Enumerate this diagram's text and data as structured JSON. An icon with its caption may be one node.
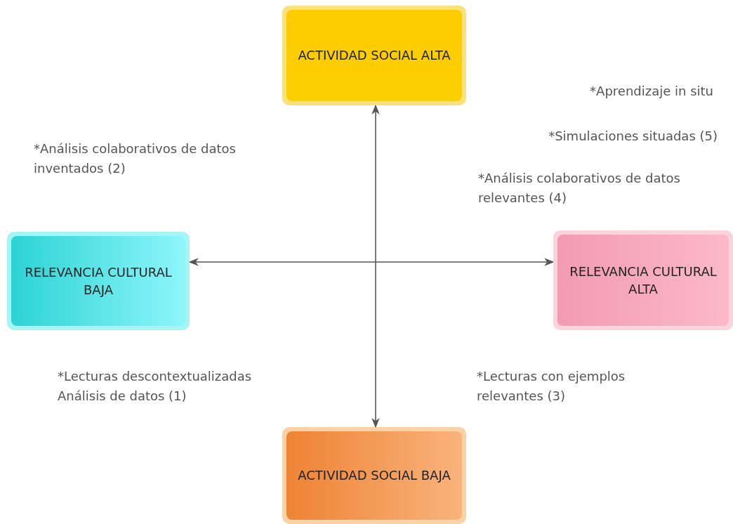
{
  "diagram": {
    "nodes": [
      {
        "text": [
          "ACTIVIDAD SOCIAL ALTA"
        ]
      },
      {
        "text": [
          "RELEVANCIA CULTURAL BAJA"
        ]
      },
      {
        "text": [
          "RELEVANCIA CULTURAL ALTA"
        ]
      },
      {
        "text": [
          "ACTIVIDAD SOCIAL BAJA"
        ]
      }
    ],
    "edges": [
      {
        "from": 0,
        "to": 3,
        "arrow": "both"
      },
      {
        "from": 1,
        "to": 2,
        "arrow": "both"
      }
    ],
    "labels": [
      "*Aprendizaje in situ",
      "*Análisis colaborativos de datos inventados (2)",
      "*Simulaciones situadas (5)",
      "*Análisis colaborativos de datos relevantes (4)",
      "*Lecturas descontextualizadas Análisis de datos (1)",
      "*Lecturas con ejemplos relevantes (3)"
    ]
  }
}
